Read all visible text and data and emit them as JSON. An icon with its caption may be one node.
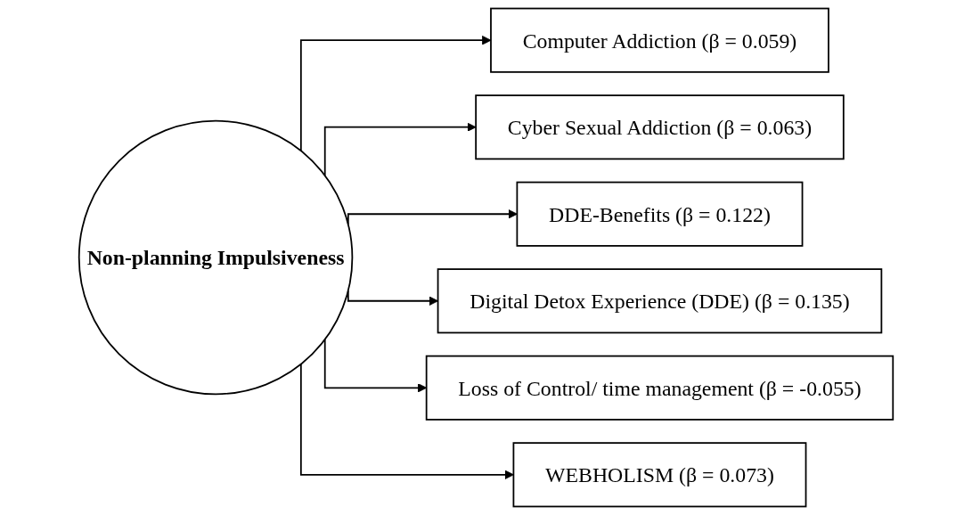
{
  "diagram": {
    "nodes": [
      {
        "text": [
          "Non-planning Impulsiveness"
        ]
      },
      {
        "text": [
          "Computer Addiction (β = 0.059)"
        ]
      },
      {
        "text": [
          "Cyber Sexual Addiction (β = 0.063)"
        ]
      },
      {
        "text": [
          "DDE-Benefits (β = 0.122)"
        ]
      },
      {
        "text": [
          "Digital Detox Experience (DDE) (β = 0.135)"
        ]
      },
      {
        "text": [
          "Loss of Control/ time management (β = -0.055)"
        ]
      },
      {
        "text": [
          "WEBHOLISM (β = 0.073)"
        ]
      }
    ],
    "edges": [
      {
        "from": 0,
        "to": 1,
        "arrow": "to"
      },
      {
        "from": 0,
        "to": 2,
        "arrow": "to"
      },
      {
        "from": 0,
        "to": 3,
        "arrow": "to"
      },
      {
        "from": 0,
        "to": 4,
        "arrow": "to"
      },
      {
        "from": 0,
        "to": 5,
        "arrow": "to"
      },
      {
        "from": 0,
        "to": 6,
        "arrow": "to"
      }
    ]
  }
}
